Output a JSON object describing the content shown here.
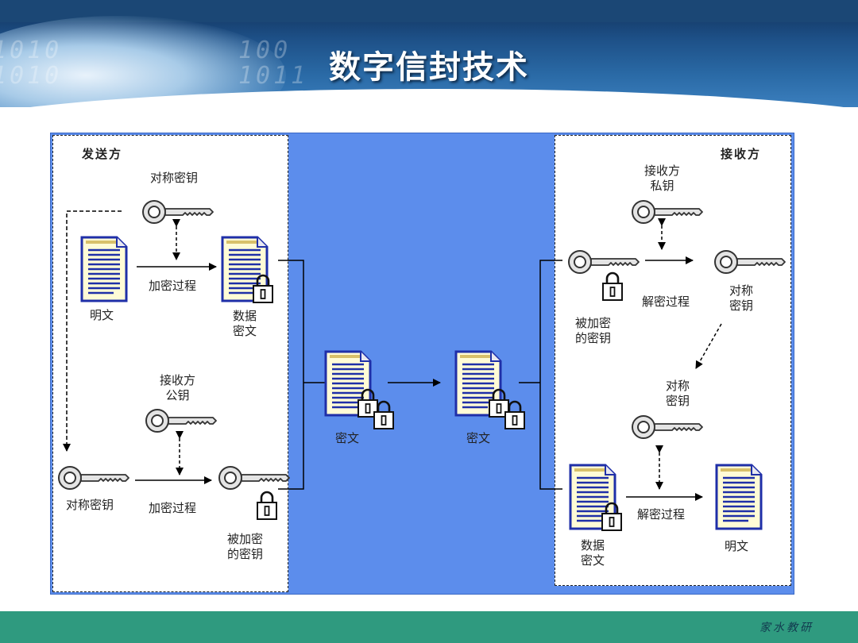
{
  "title": "数字信封技术",
  "footer": {
    "brand": "家水教研"
  },
  "sender": {
    "title": "发送方",
    "sym_key_top": "对称密钥",
    "plaintext": "明文",
    "encrypt_process_1": "加密过程",
    "data_cipher_1": "数据",
    "data_cipher_2": "密文",
    "recv_pubkey_1": "接收方",
    "recv_pubkey_2": "公钥",
    "sym_key_bottom": "对称密钥",
    "encrypt_process_2": "加密过程",
    "enc_key_1": "被加密",
    "enc_key_2": "的密钥"
  },
  "middle": {
    "cipher_left": "密文",
    "cipher_right": "密文"
  },
  "receiver": {
    "title": "接收方",
    "privkey_1": "接收方",
    "privkey_2": "私钥",
    "enc_key_1": "被加密",
    "enc_key_2": "的密钥",
    "decrypt_process_1": "解密过程",
    "sym_key_1a": "对称",
    "sym_key_1b": "密钥",
    "sym_key_2a": "对称",
    "sym_key_2b": "密钥",
    "data_cipher_1": "数据",
    "data_cipher_2": "密文",
    "decrypt_process_2": "解密过程",
    "plaintext": "明文"
  },
  "colors": {
    "diagram_bg": "#5c8dec",
    "doc_border": "#1f2fa8",
    "doc_fill": "#fffbd6",
    "footer": "#2f9a7f"
  },
  "icons": [
    "document-icon",
    "key-icon",
    "padlock-icon"
  ]
}
